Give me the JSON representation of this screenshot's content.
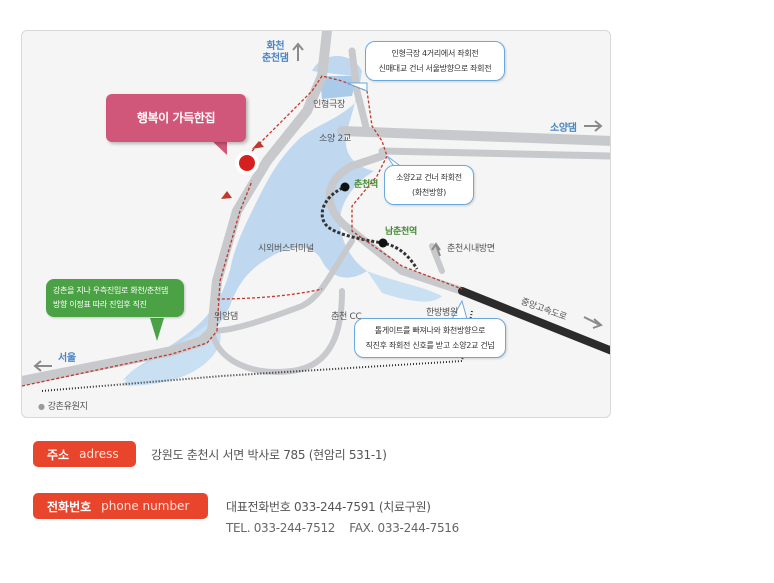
{
  "map": {
    "destination": "행복이 가득한집",
    "directions": {
      "north": "화천\n춘천댐",
      "east": "소양댐",
      "southeast": "중앙고속도로",
      "west": "서울",
      "northeast": "춘천시내방면"
    },
    "places": {
      "inhyeong": "인형극장",
      "soyang2": "소양 2교",
      "chuncheon_station": "춘천역",
      "namchuncheon_station": "남춘천역",
      "bus_terminal": "시외버스터미널",
      "uiam_dam": "의암댐",
      "chuncheon_cc": "춘천 CC",
      "hanbang": "한방병원",
      "gangchon": "강촌유원지"
    },
    "callouts": {
      "top": [
        "인형극장 4거리에서 좌회전",
        "신매대교 건너 서울방향으로 좌회전"
      ],
      "middle": [
        "소양2교 건너 좌회전",
        "(화천방향)"
      ],
      "bottom": [
        "톨게이트를 빠져나와 화천방향으로",
        "직진후 좌회전 신호를 받고 소양2교 건넘"
      ],
      "left": [
        "강촌을 지나 우측진입로 화천/춘천댐",
        "방향 이정표 따라 진입후 직진"
      ]
    }
  },
  "info": {
    "address": {
      "label_ko": "주소",
      "label_en": "adress",
      "text": "강원도 춘천시 서면 박사로 785 (현암리 531-1)"
    },
    "phone": {
      "label_ko": "전화번호",
      "label_en": "phone number",
      "main": "대표전화번호 033-244-7591 (치료구원)",
      "sub": "TEL. 033-244-7512    FAX. 033-244-7516"
    }
  },
  "colors": {
    "accent": "#e8452c",
    "destination": "#d1577a",
    "water": "#b9d5ee",
    "road": "#c7c9cc",
    "route": "#c0392b",
    "green_callout": "#4aa244"
  }
}
